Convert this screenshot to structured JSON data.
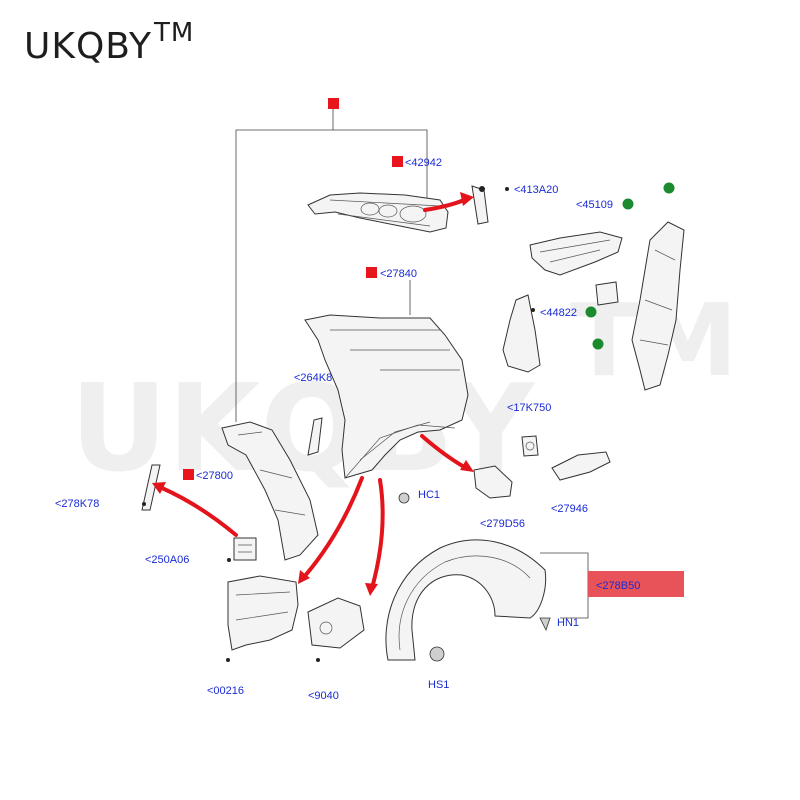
{
  "brand": {
    "name": "UKQBY",
    "tm": "TM"
  },
  "watermark": {
    "text": "UKQBY",
    "tm": "TM"
  },
  "colors": {
    "new_part_marker": "#e8151c",
    "carryover_marker": "#1c8a2e",
    "arrow": "#e3141b",
    "label": "#1a2bd6",
    "highlight": "#e8535a"
  },
  "labels": {
    "p42942": "<42942",
    "p413A20": "<413A20",
    "p45109": "<45109",
    "p27840": "<27840",
    "p44822": "<44822",
    "p264K8": "<264K8",
    "p17K750": "<17K750",
    "p27800": "<27800",
    "pHC1": "HC1",
    "p278K78": "<278K78",
    "p279D56": "<279D56",
    "p27946": "<27946",
    "p250A06": "<250A06",
    "p278B50": "<278B50",
    "pHN1": "HN1",
    "p00216": "<00216",
    "p9040": "<9040",
    "pHS1": "HS1"
  }
}
